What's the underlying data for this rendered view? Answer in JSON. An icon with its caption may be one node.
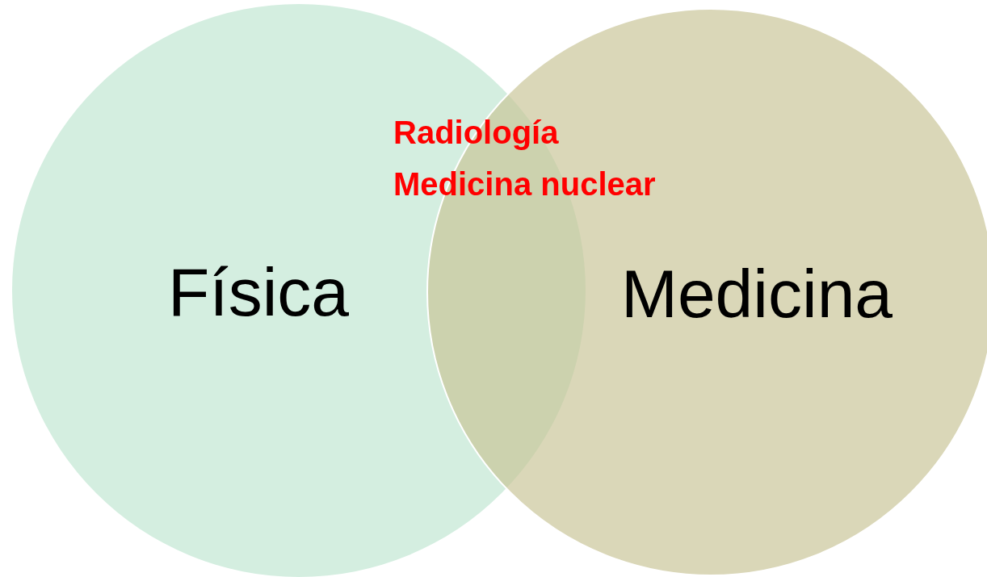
{
  "diagram": {
    "nodes": [
      {
        "text": [
          "Física"
        ]
      },
      {
        "text": [
          "Medicina"
        ]
      }
    ],
    "labels": [
      "Radiología",
      "Medicina nuclear"
    ]
  }
}
